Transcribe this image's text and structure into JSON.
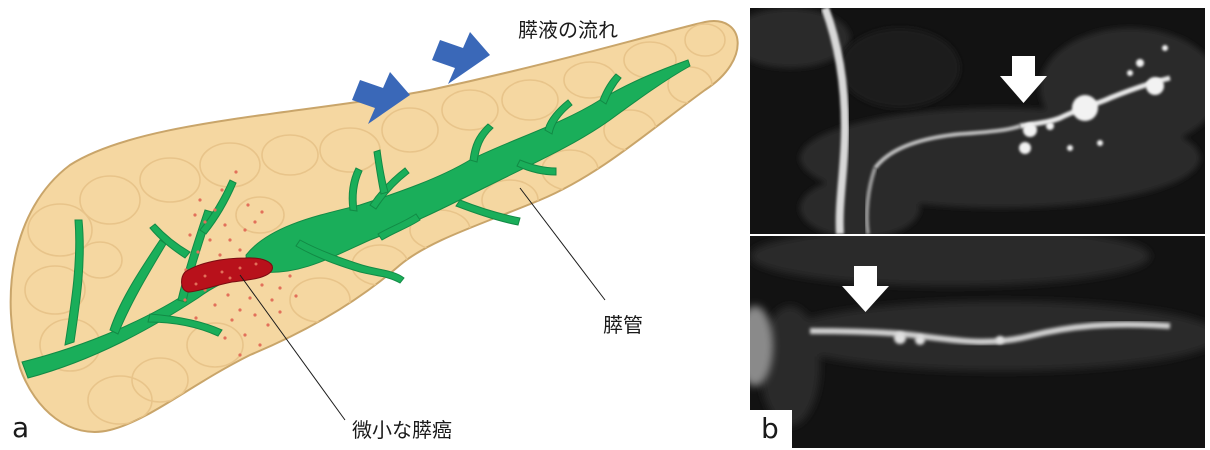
{
  "panel_a": {
    "letter": "a",
    "labels": {
      "flow": "膵液の流れ",
      "duct": "膵管",
      "cancer": "微小な膵癌"
    }
  },
  "panel_b": {
    "letter": "b"
  },
  "colors": {
    "pancreas_fill": "#f5d7a1",
    "pancreas_stroke": "#c9a56a",
    "duct": "#1aae5a",
    "tumor": "#b8111b",
    "tumor_dots": "#e2705a",
    "arrows": "#3a68b8",
    "mri_background": "#121212"
  },
  "icons": [
    "flow-arrow-icon",
    "mri-pointer-arrow-icon"
  ]
}
